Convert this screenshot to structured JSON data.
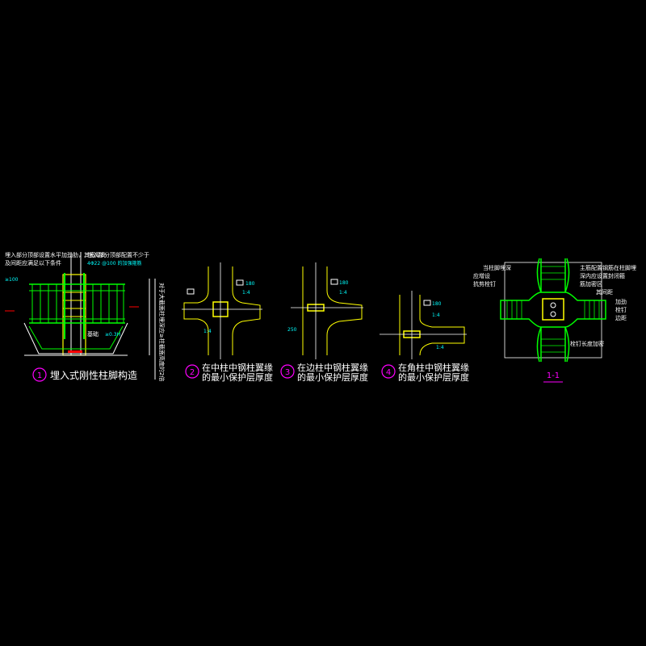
{
  "colors": {
    "background": "#000000",
    "line_white": "#ffffff",
    "line_yellow": "#ffff00",
    "line_green": "#00ff00",
    "line_cyan": "#00ffff",
    "line_red": "#ff0000",
    "marker_magenta": "#ff00ff"
  },
  "detail1": {
    "number": "1",
    "caption": "埋入式刚性柱脚构造",
    "note_top_left": "埋入部分顶部设置水平加劲肋，其宽厚比",
    "note_top_left_2": "及间距应满足以下条件",
    "note_top_right": "埋入部分顶部配置不少于",
    "note_top_right_2": "4Φ22 @100 的加强箍筋",
    "label_dim_left": "≥100",
    "label_base": "基础",
    "label_base_val": "≥0.3H",
    "side_note": "对于大截面柱埋深应≥柱截面高度的2倍"
  },
  "detail2": {
    "number": "2",
    "caption_line1": "在中柱中钢柱翼缘",
    "caption_line2": "的最小保护层厚度",
    "dim_a": "180",
    "dim_b": "1:4",
    "dim_c": "1:4"
  },
  "detail3": {
    "number": "3",
    "caption_line1": "在边柱中钢柱翼缘",
    "caption_line2": "的最小保护层厚度",
    "dim_a": "180",
    "dim_b": "1:4",
    "dim_c": "250"
  },
  "detail4": {
    "number": "4",
    "caption_line1": "在角柱中钢柱翼缘",
    "caption_line2": "的最小保护层厚度",
    "dim_a": "180",
    "dim_b": "1:4",
    "dim_c": "1:4"
  },
  "section": {
    "title": "1-1",
    "note_left_1": "当柱脚埋深",
    "note_left_2": "应增设",
    "note_left_3": "抗剪栓钉",
    "note_right_1": "主筋配置钢筋在柱脚埋",
    "note_right_2": "深内应设置封闭箍",
    "note_right_3": "筋加密区",
    "note_right_4": "其间距",
    "label_a": "加劲",
    "label_b": "栓钉",
    "label_c": "边距",
    "label_bottom": "栓钉长度加密"
  }
}
